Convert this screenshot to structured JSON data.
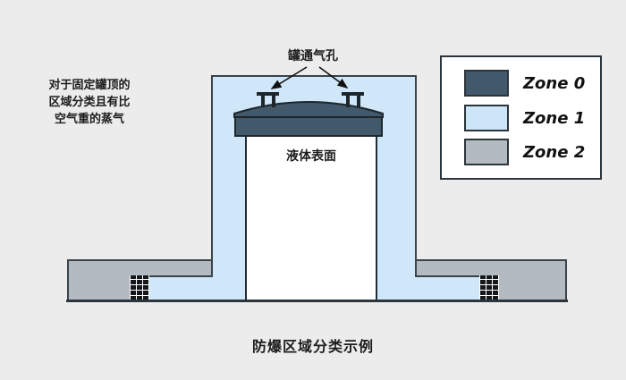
{
  "caption": "防爆区域分类示例",
  "annotation_left": {
    "lines": [
      "对于固定罐顶的",
      "区域分类且有比",
      "空气重的蒸气"
    ]
  },
  "labels": {
    "vent": "罐通气孔",
    "liquid_surface": "液体表面"
  },
  "legend": {
    "items": [
      {
        "label": "Zone 0",
        "color": "#41596a"
      },
      {
        "label": "Zone 1",
        "color": "#cde6f7"
      },
      {
        "label": "Zone 2",
        "color": "#b3bac2"
      }
    ]
  },
  "colors": {
    "background": "#ececec",
    "zone0": "#41596a",
    "zone1": "#cfe7f8",
    "zone2": "#b3bac2",
    "outline": "#39434c",
    "tank_outline": "#232d35"
  }
}
